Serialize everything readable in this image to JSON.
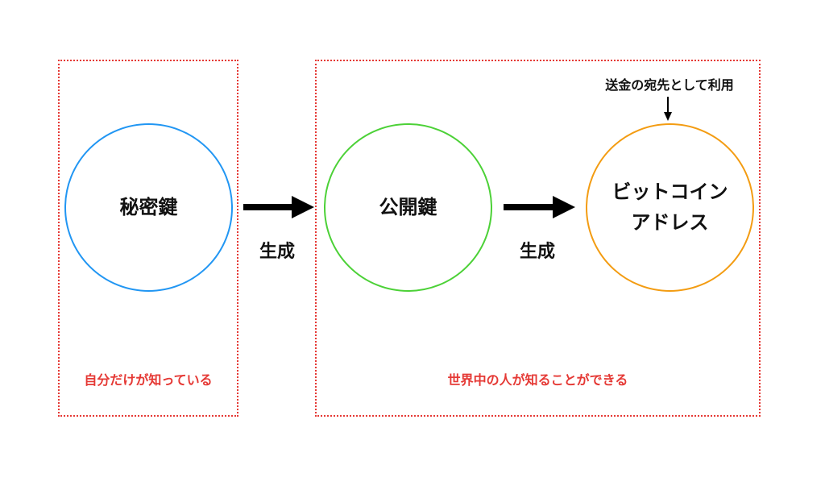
{
  "nodes": {
    "private_key": {
      "label": "秘密鍵",
      "color": "#2196f3"
    },
    "public_key": {
      "label": "公開鍵",
      "color": "#4cd137"
    },
    "bitcoin_address": {
      "line1": "ビットコイン",
      "line2": "アドレス",
      "color": "#f39c12"
    }
  },
  "edges": {
    "gen_1": "生成",
    "gen_2": "生成"
  },
  "groups": {
    "private": {
      "caption": "自分だけが知っている",
      "color": "#e53935"
    },
    "public": {
      "caption": "世界中の人が知ることができる",
      "color": "#e53935"
    }
  },
  "note": "送金の宛先として利用"
}
